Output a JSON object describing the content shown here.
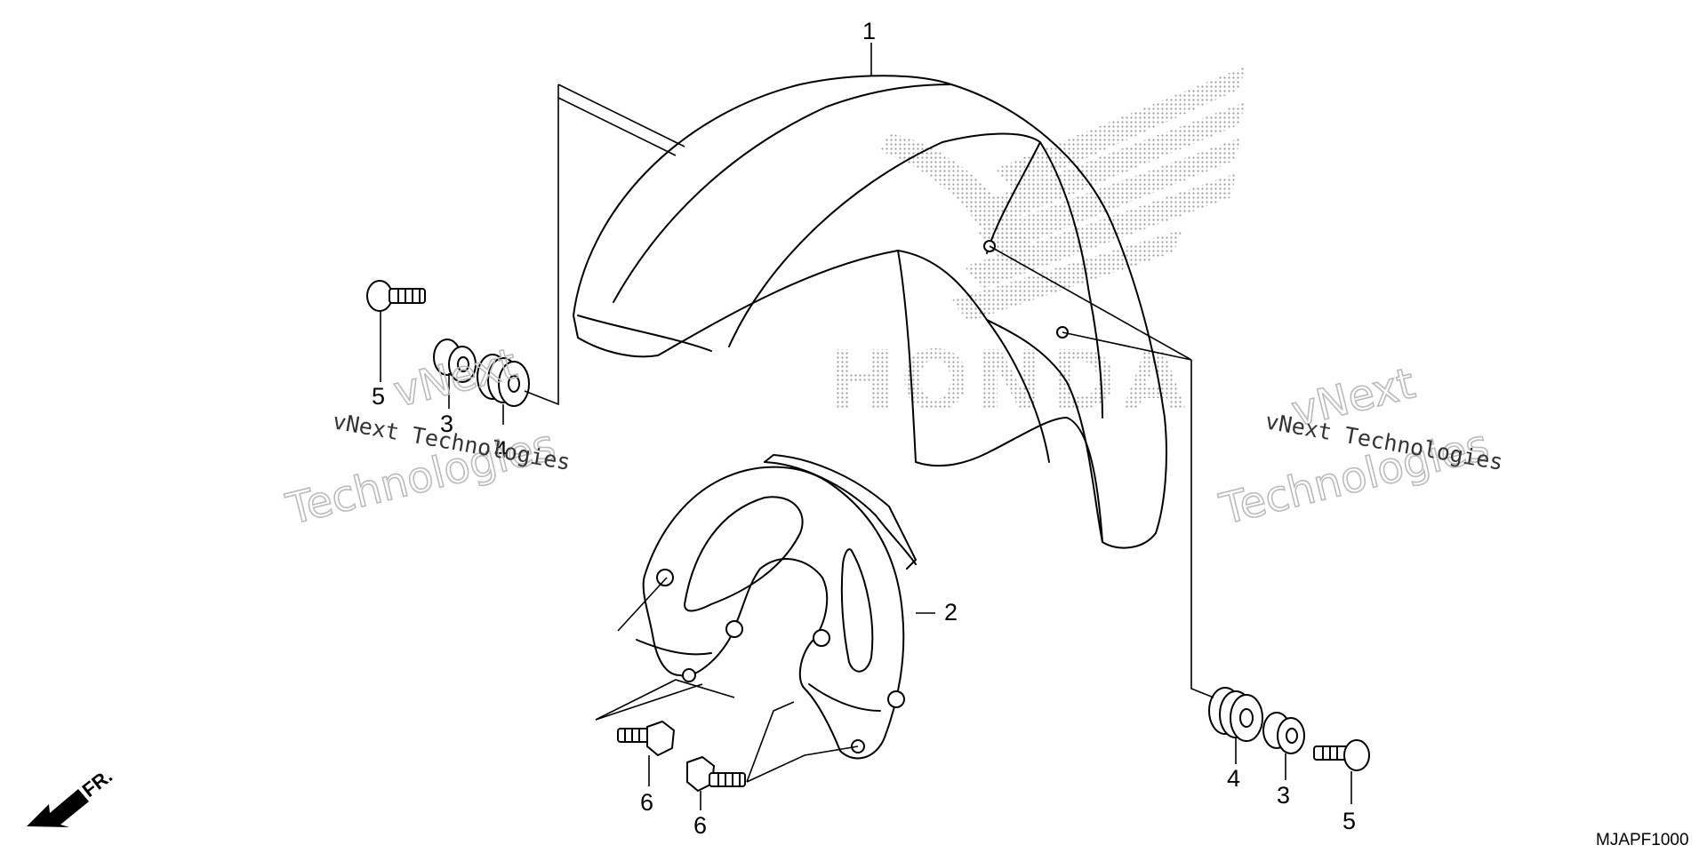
{
  "diagram": {
    "callouts": [
      {
        "id": "c1",
        "label": "1"
      },
      {
        "id": "c2",
        "label": "2"
      },
      {
        "id": "c3-left",
        "label": "3"
      },
      {
        "id": "c4-left",
        "label": "4"
      },
      {
        "id": "c5-left",
        "label": "5"
      },
      {
        "id": "c3-right",
        "label": "3"
      },
      {
        "id": "c4-right",
        "label": "4"
      },
      {
        "id": "c5-right",
        "label": "5"
      },
      {
        "id": "c6-a",
        "label": "6"
      },
      {
        "id": "c6-b",
        "label": "6"
      }
    ],
    "diagram_code": "MJAPF1000",
    "front_marker": "FR.",
    "brand_watermark": "HONDA",
    "watermarks": [
      {
        "line1": "vNext Technologies",
        "outline1": "vNext",
        "outline2": "Technologies"
      },
      {
        "line1": "vNext Technologies",
        "outline1": "vNext",
        "outline2": "Technologies"
      }
    ]
  }
}
